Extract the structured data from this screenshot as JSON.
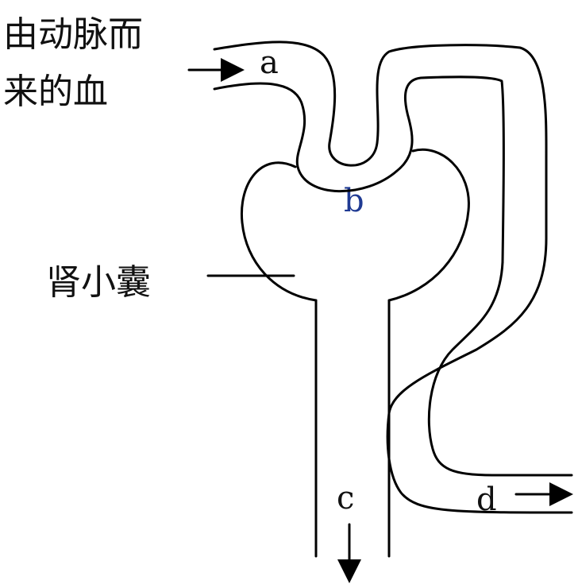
{
  "labels": {
    "arterial_line1": "由动脉而",
    "arterial_line2": "来的血",
    "capsule": "肾小囊",
    "a": "a",
    "b": "b",
    "c": "c",
    "d": "d"
  },
  "colors": {
    "stroke": "#000000",
    "text": "#111111",
    "accent_letter": "#1f3a93"
  }
}
